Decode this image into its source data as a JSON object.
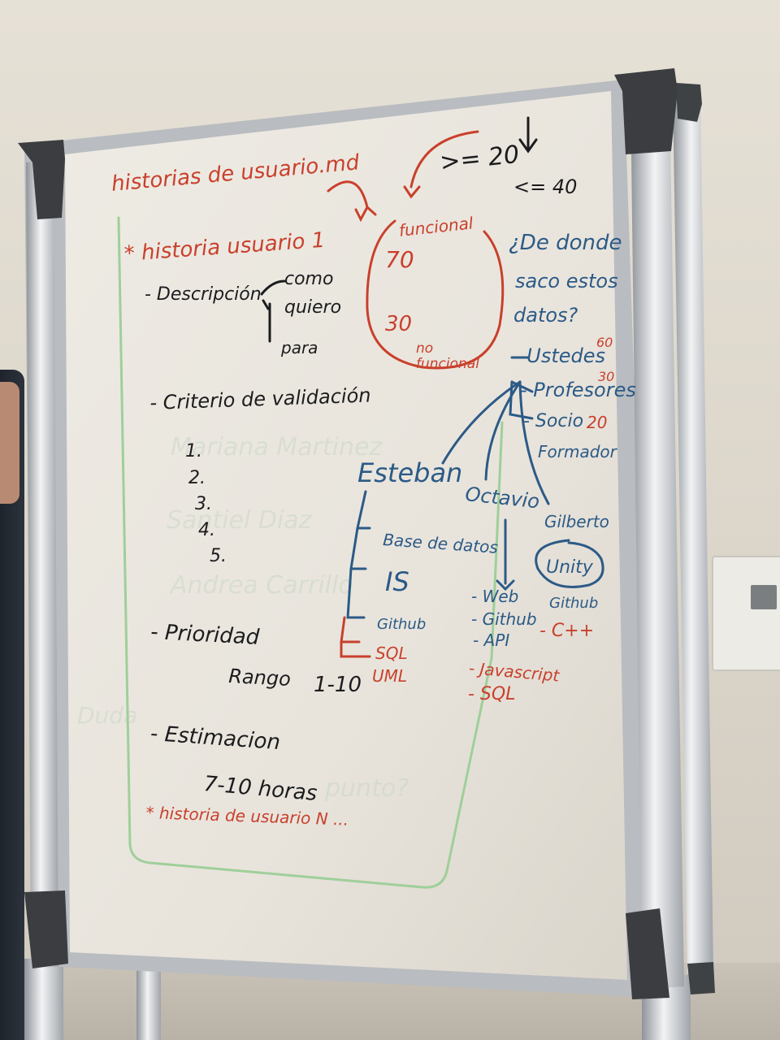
{
  "whiteboard": {
    "title": "historias de usuario.md",
    "story_heading": "* historia usuario 1",
    "description_label": "- Descripción",
    "description_items": [
      "como",
      "quiero",
      "para"
    ],
    "validation_label": "- Criterio de validación",
    "validation_numbers": [
      "1.",
      "2.",
      "3.",
      "4.",
      "5."
    ],
    "priority_label": "- Prioridad",
    "priority_range_label": "Rango",
    "priority_range_value": "1-10",
    "estimation_label": "- Estimacion",
    "estimation_value": "7-10 horas",
    "next_story": "* historia de usuario N ...",
    "threshold_top": ">= 20",
    "threshold_bottom": "<= 40",
    "funcional_label": "funcional",
    "funcional_value": "70",
    "no_funcional_value": "30",
    "no_funcional_label": "no funcional",
    "question": [
      "¿De donde",
      "saco estos",
      "datos?"
    ],
    "sources": [
      {
        "label": "- Ustedes",
        "value": "60"
      },
      {
        "label": "- Profesores",
        "value": "30"
      },
      {
        "label": "- Socio",
        "value": "20"
      },
      {
        "label": "Formador",
        "value": ""
      }
    ],
    "people": {
      "esteban": {
        "name": "Esteban",
        "items": [
          "Base de datos",
          "IS",
          "Github"
        ],
        "red_items": [
          "SQL",
          "UML"
        ]
      },
      "octavio": {
        "name": "Octavio",
        "items": [
          "- Web",
          "- Github",
          "- API"
        ],
        "red_items": [
          "- Javascript",
          "- SQL"
        ]
      },
      "gilberto": {
        "name": "Gilberto",
        "items": [
          "Unity",
          "Github"
        ],
        "red_items": [
          "- C++"
        ]
      }
    },
    "ink_colors": {
      "red": "#c9402c",
      "black": "#1c1c1e",
      "blue": "#2c5a86",
      "ghost": "#b9cdb7"
    }
  }
}
